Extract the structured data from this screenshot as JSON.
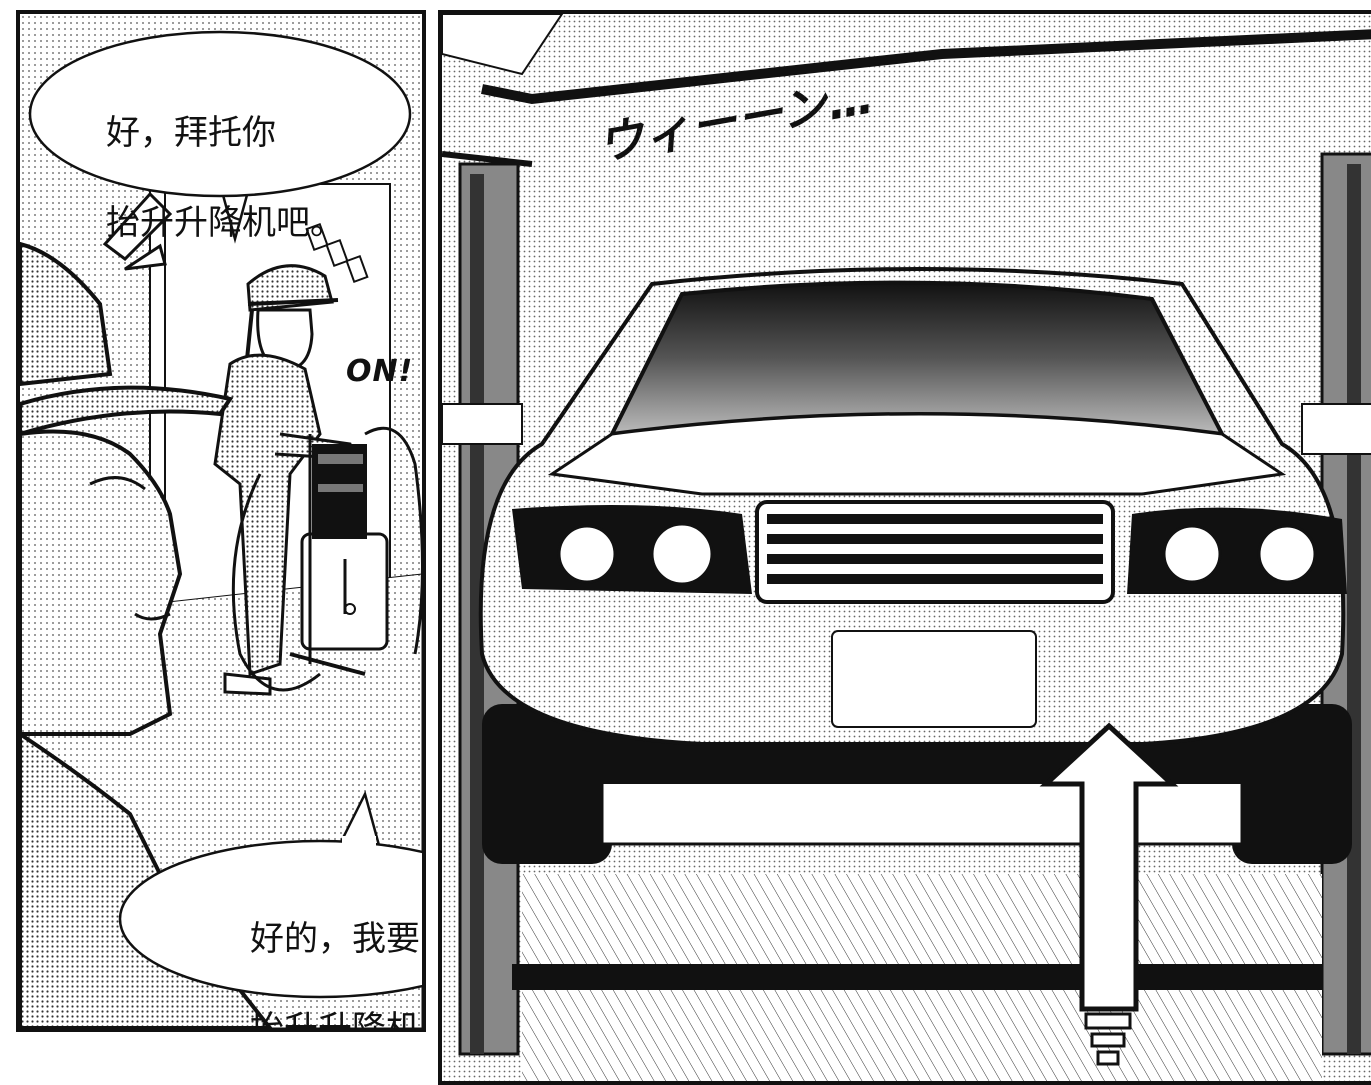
{
  "page": {
    "colors": {
      "ink": "#111111",
      "paper": "#ffffff",
      "tone": "#bdbdbd",
      "dark_tone": "#555555"
    }
  },
  "left_panel": {
    "balloon_top": {
      "line1": "好，拜托你",
      "line2": "抬升升降机吧。"
    },
    "balloon_bottom": {
      "line1": "好的，我要",
      "line2": "抬升升降机了。"
    },
    "sfx_on": "ON!"
  },
  "right_panel": {
    "sfx_motor": "ウィーーン…"
  }
}
